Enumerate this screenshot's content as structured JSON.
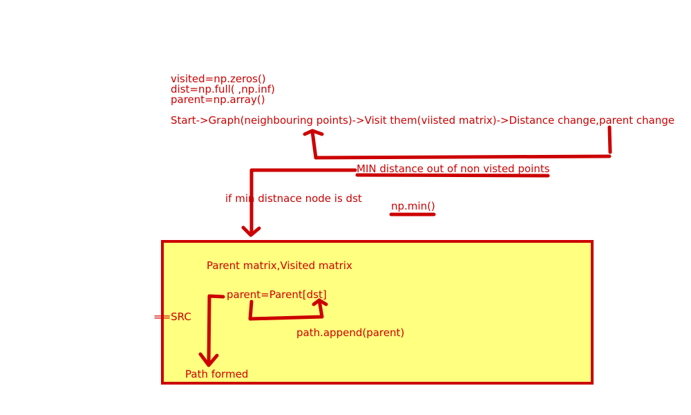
{
  "code_lines": {
    "visited": "visited=np.zeros()",
    "dist": "dist=np.full( ,np.inf)",
    "parent": "parent=np.array()"
  },
  "flow": {
    "main": "Start->Graph(neighbouring points)->Visit them(viisted matrix)->Distance change,parent change",
    "min_distance": "MIN distance out of non visted points",
    "np_min": "np.min()",
    "condition": "if min distnace node is dst"
  },
  "box": {
    "title": "Parent matrix,Visited matrix",
    "parent_update": "parent=Parent[dst]",
    "path_append": "path.append(parent)",
    "src_label": "==SRC",
    "path_formed": "Path formed"
  },
  "colors": {
    "ink": "#cc0000",
    "box_fill": "#ffff80",
    "background": "#ffffff"
  }
}
